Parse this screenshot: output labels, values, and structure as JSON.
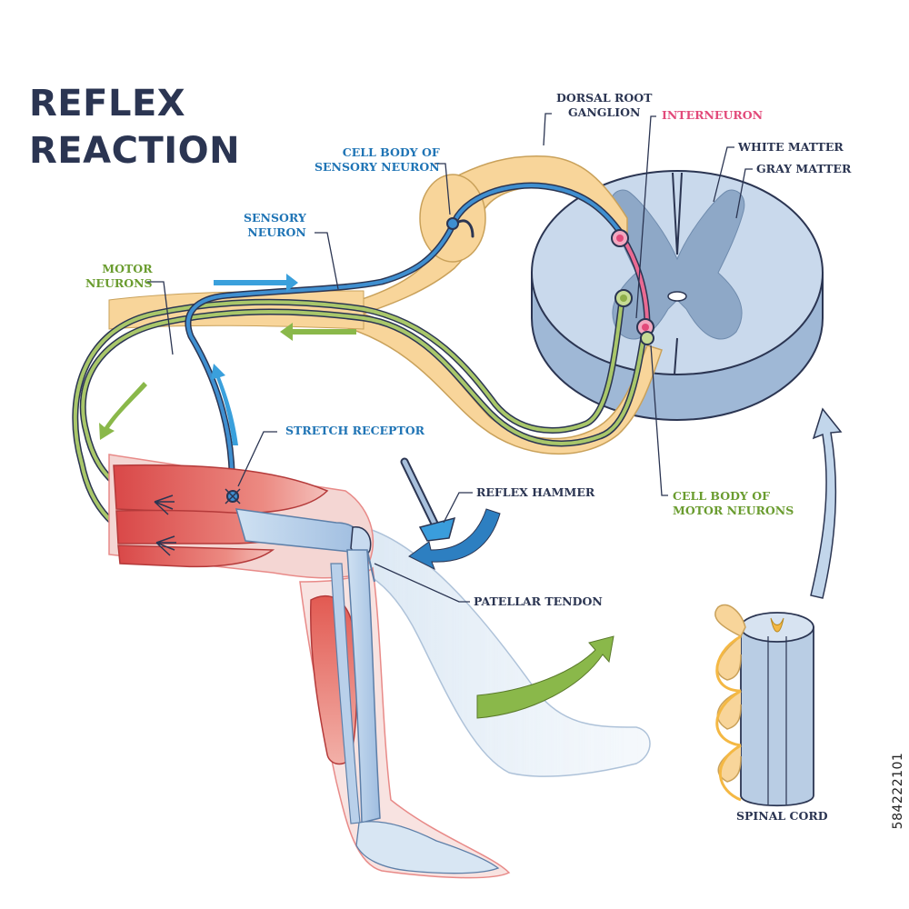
{
  "title": {
    "line1": "REFLEX",
    "line2": "REACTION"
  },
  "labels": {
    "dorsal_root_ganglion": {
      "line1": "DORSAL ROOT",
      "line2": "GANGLION"
    },
    "interneuron": "INTERNEURON",
    "white_matter": "WHITE MATTER",
    "gray_matter": "GRAY MATTER",
    "cell_body_sensory": {
      "line1": "CELL BODY OF",
      "line2": "SENSORY NEURON"
    },
    "sensory_neuron": {
      "line1": "SENSORY",
      "line2": "NEURON"
    },
    "motor_neurons": {
      "line1": "MOTOR",
      "line2": "NEURONS"
    },
    "stretch_receptor": "STRETCH RECEPTOR",
    "reflex_hammer": "REFLEX HAMMER",
    "cell_body_motor": {
      "line1": "CELL BODY OF",
      "line2": "MOTOR NEURONS"
    },
    "patellar_tendon": "PATELLAR TENDON",
    "spinal_cord": "SPINAL CORD"
  },
  "stock_id": "584222101",
  "colors": {
    "sensory": "#2d7fc1",
    "motor": "#8fae4a",
    "interneuron": "#e24a7a",
    "ganglion": "#f8d59a",
    "cord_white": "#c9d9ec",
    "cord_gray": "#8ea8c7",
    "muscle": "#e05b5b",
    "arrow_blue": "#3aa0dc",
    "arrow_green": "#8ab84a",
    "title": "#2b3552"
  }
}
